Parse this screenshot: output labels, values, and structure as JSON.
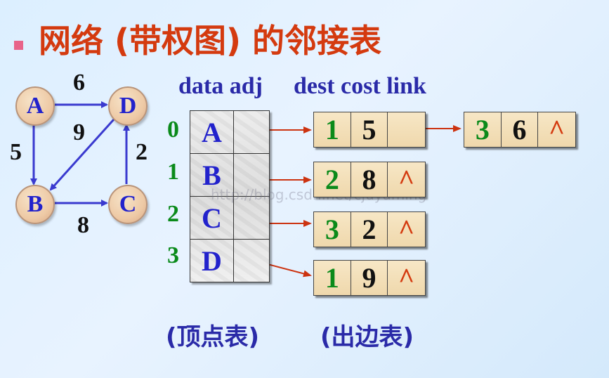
{
  "title": {
    "text": "网络 (带权图) 的邻接表"
  },
  "graph": {
    "nodes": [
      "A",
      "D",
      "B",
      "C"
    ],
    "edges": [
      {
        "from": "A",
        "to": "D",
        "weight": "6"
      },
      {
        "from": "A",
        "to": "B",
        "weight": "5"
      },
      {
        "from": "D",
        "to": "B",
        "weight": "9"
      },
      {
        "from": "B",
        "to": "C",
        "weight": "8"
      },
      {
        "from": "C",
        "to": "D",
        "weight": "2"
      }
    ]
  },
  "headers": {
    "vertex": "data adj",
    "edge": "dest cost link"
  },
  "indices": [
    "0",
    "1",
    "2",
    "3"
  ],
  "vertices": [
    "A",
    "B",
    "C",
    "D"
  ],
  "edge_lists": [
    [
      {
        "dest": "1",
        "cost": "5",
        "link": ""
      },
      {
        "dest": "3",
        "cost": "6",
        "link": "^"
      }
    ],
    [
      {
        "dest": "2",
        "cost": "8",
        "link": "^"
      }
    ],
    [
      {
        "dest": "3",
        "cost": "2",
        "link": "^"
      }
    ],
    [
      {
        "dest": "1",
        "cost": "9",
        "link": "^"
      }
    ]
  ],
  "captions": {
    "vertex_table": "(顶点表)",
    "edge_table": "(出边表)"
  },
  "watermark": "http://blog.csdn.net/cjuyaming",
  "colors": {
    "title": "#d43a0f",
    "node_text": "#2222cc",
    "index": "#0a8a1a",
    "arrow_graph": "#3a3acf",
    "arrow_pointer": "#cc3311"
  }
}
